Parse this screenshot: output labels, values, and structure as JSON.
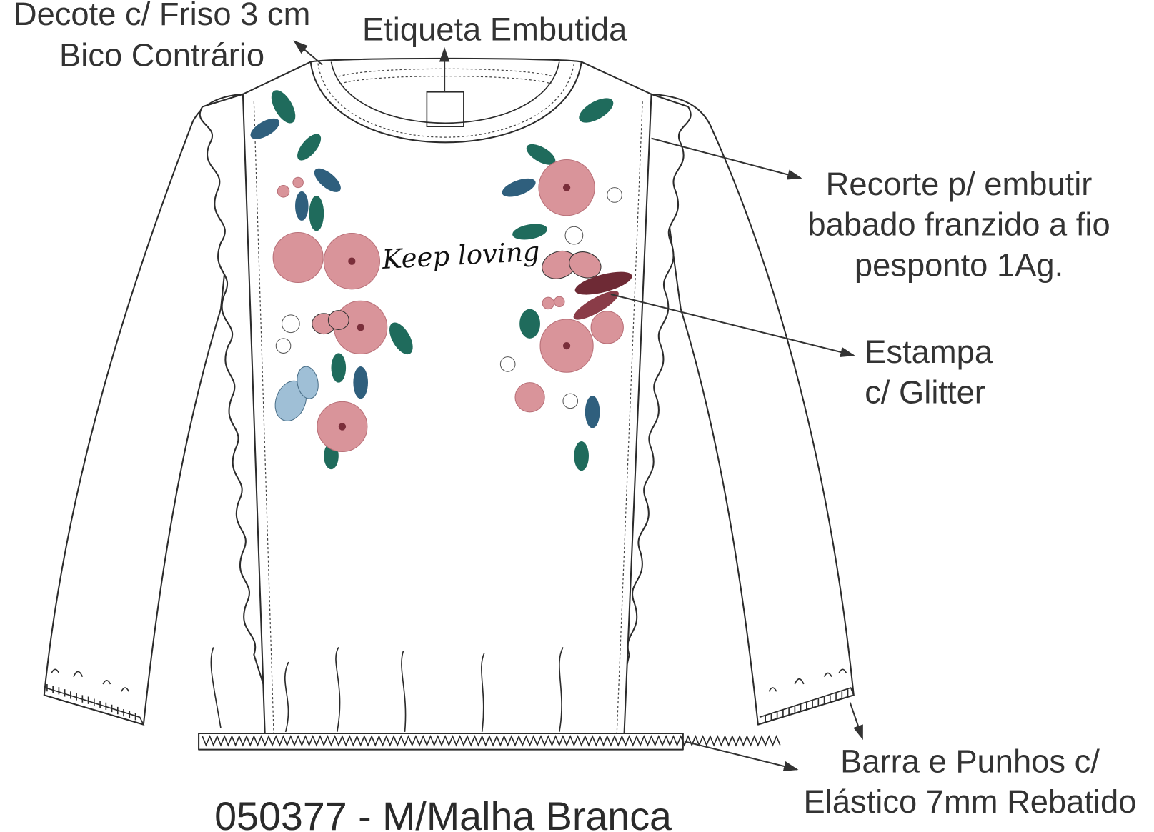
{
  "labels": {
    "neckline": [
      "Decote c/ Friso 3 cm",
      "Bico Contrário"
    ],
    "label_tag": "Etiqueta Embutida",
    "ruffle": [
      "Recorte p/ embutir",
      "babado franzido a fio",
      "pesponto 1Ag."
    ],
    "print": [
      "Estampa",
      "c/ Glitter"
    ],
    "hem": [
      "Barra e Punhos c/",
      "Elástico 7mm Rebatido"
    ]
  },
  "print_text": "Keep loving",
  "title": "050377 - M/Malha Branca",
  "colors": {
    "text": "#333333",
    "flower": "#d9949a",
    "leaf_teal": "#1f6b5c",
    "leaf_blue": "#2f5f7d",
    "butterfly": "#9fbfd6"
  }
}
